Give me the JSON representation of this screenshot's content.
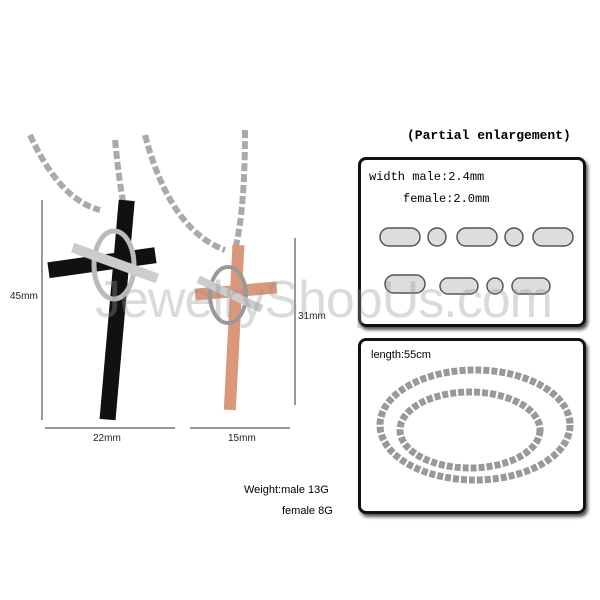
{
  "dimensions": {
    "male_height": "45mm",
    "male_width": "22mm",
    "female_height": "31mm",
    "female_width": "15mm"
  },
  "weight": {
    "male": "Weight:male 13G",
    "female": "female 8G"
  },
  "enlargement": {
    "title": "(Partial enlargement)",
    "width_male": "width male:2.4mm",
    "width_female": "female:2.0mm",
    "length": "length:55cm"
  },
  "watermark": "JewelryShopUs.com",
  "colors": {
    "black_cross": "#111111",
    "rose_cross": "#d9987a",
    "silver": "#b8b8b8"
  }
}
